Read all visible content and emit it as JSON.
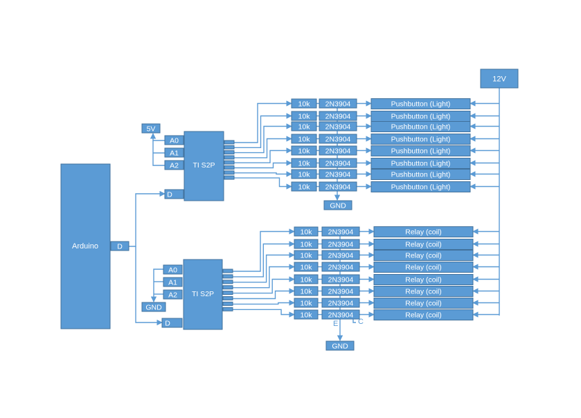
{
  "arduino": {
    "label": "Arduino",
    "pin": "D"
  },
  "power": {
    "v5": "5V",
    "v12": "12V",
    "gnd": "GND"
  },
  "shift_register": {
    "label": "TI S2P",
    "address_pins": [
      "A0",
      "A1",
      "A2"
    ],
    "data_pin": "D"
  },
  "channel": {
    "resistor": "10k",
    "transistor": "2N3904"
  },
  "top_bank": {
    "loads": [
      "Pushbutton (Light)",
      "Pushbutton (Light)",
      "Pushbutton (Light)",
      "Pushbutton (Light)",
      "Pushbutton (Light)",
      "Pushbutton (Light)",
      "Pushbutton (Light)",
      "Pushbutton (Light)"
    ]
  },
  "bottom_bank": {
    "loads": [
      "Relay (coil)",
      "Relay (coil)",
      "Relay (coil)",
      "Relay (coil)",
      "Relay (coil)",
      "Relay (coil)",
      "Relay (coil)",
      "Relay (coil)"
    ]
  },
  "transistor_pins": {
    "emitter": "E",
    "collector": "C"
  },
  "colors": {
    "fill": "#5b9bd5",
    "stroke": "#41719c",
    "text": "#ffffff"
  }
}
